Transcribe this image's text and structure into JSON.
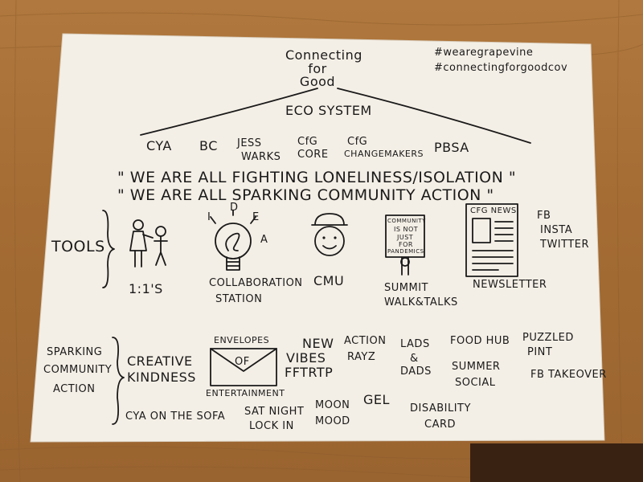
{
  "header": {
    "title_line1": "Connecting",
    "title_line2": "for",
    "title_line3": "Good",
    "hashtag1": "#wearegrapevine",
    "hashtag2": "#connectingforgoodcov"
  },
  "ecosystem": {
    "label": "ECO SYSTEM",
    "branches": [
      "CYA",
      "BC",
      "JESS",
      "WARKS",
      "CfG",
      "CORE",
      "CfG",
      "CHANGEMAKERS",
      "PBSA"
    ]
  },
  "quotes": {
    "line1": "\" WE ARE ALL FIGHTING LONELINESS/ISOLATION \"",
    "line2": "\" WE ARE ALL SPARKING COMMUNITY ACTION \""
  },
  "tools": {
    "label": "TOOLS",
    "items": {
      "one_to_one": "1:1'S",
      "collab_line1": "COLLABORATION",
      "collab_line2": "STATION",
      "bulb_letters": [
        "I",
        "D",
        "E",
        "A"
      ],
      "cmu": "CMU",
      "sign_line1": "COMMUNITY",
      "sign_line2": "IS NOT",
      "sign_line3": "JUST",
      "sign_line4": "FOR",
      "sign_line5": "PANDEMICS",
      "summit_line1": "SUMMIT",
      "summit_line2": "WALK&TALKS",
      "news_header": "CFG NEWS",
      "newsletter": "NEWSLETTER",
      "social1": "FB",
      "social2": "INSTA",
      "social3": "TWITTER"
    }
  },
  "sparking": {
    "label_line1": "SPARKING",
    "label_line2": "COMMUNITY",
    "label_line3": "ACTION",
    "creative_line1": "CREATIVE",
    "creative_line2": "KINDNESS",
    "envelopes_top": "ENVELOPES",
    "envelopes_of": "OF",
    "envelopes_bottom": "ENTERTAINMENT",
    "new_vibes_line1": "NEW",
    "new_vibes_line2": "VIBES",
    "new_vibes_line3": "FFTRTP",
    "action_line1": "ACTION",
    "action_line2": "RAYZ",
    "lads_line1": "LADS",
    "lads_line2": "&",
    "lads_line3": "DADS",
    "food_hub": "FOOD HUB",
    "summer_line1": "SUMMER",
    "summer_line2": "SOCIAL",
    "puzzled_line1": "PUZZLED",
    "puzzled_line2": "PINT",
    "fb_takeover": "FB TAKEOVER",
    "cya_sofa": "CYA ON THE SOFA",
    "sat_line1": "SAT NIGHT",
    "sat_line2": "LOCK IN",
    "moon_line1": "MOON",
    "moon_line2": "MOOD",
    "gel": "GEL",
    "disability_line1": "DISABILITY",
    "disability_line2": "CARD"
  },
  "colors": {
    "wood": "#a56d34",
    "paper": "#f4efe6",
    "ink": "#1a1a1a"
  }
}
